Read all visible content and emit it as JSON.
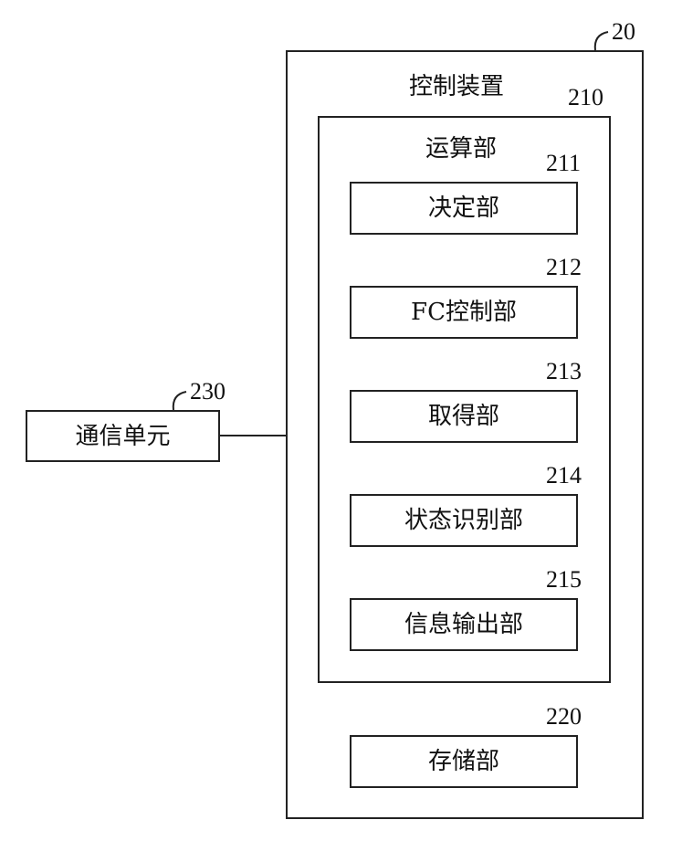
{
  "control_device": {
    "label": "控制装置",
    "ref": "20"
  },
  "computing_unit": {
    "label": "运算部",
    "ref": "210",
    "parts": [
      {
        "label": "决定部",
        "ref": "211"
      },
      {
        "label": "FC控制部",
        "ref": "212"
      },
      {
        "label": "取得部",
        "ref": "213"
      },
      {
        "label": "状态识别部",
        "ref": "214"
      },
      {
        "label": "信息输出部",
        "ref": "215"
      }
    ]
  },
  "storage_unit": {
    "label": "存储部",
    "ref": "220"
  },
  "communication_unit": {
    "label": "通信单元",
    "ref": "230"
  }
}
